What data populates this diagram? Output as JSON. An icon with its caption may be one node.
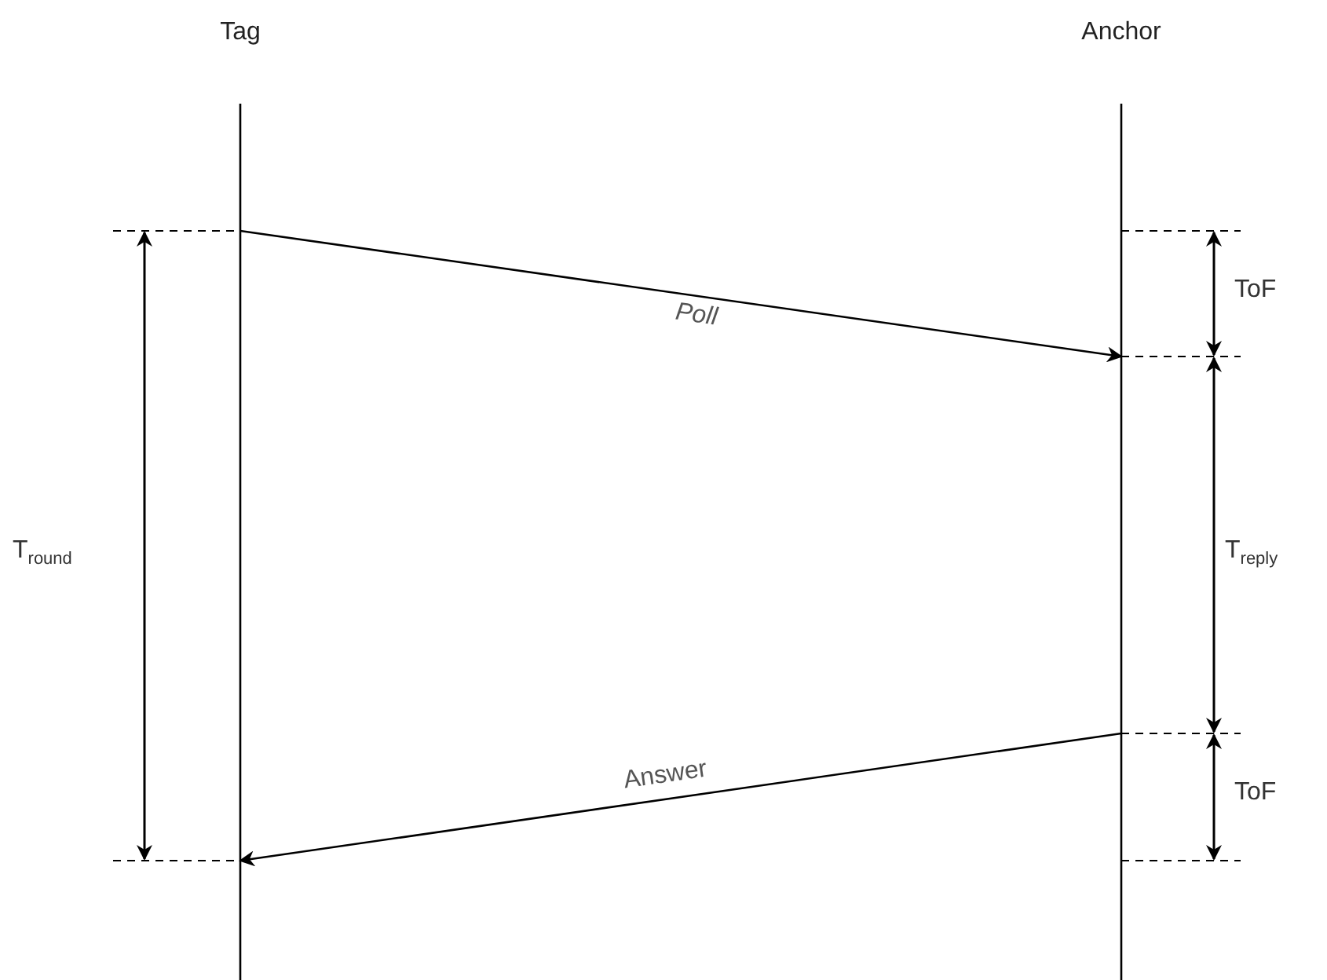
{
  "diagram": {
    "nodes": [
      {
        "text": [
          "Tag"
        ]
      },
      {
        "text": [
          "Anchor"
        ]
      }
    ],
    "edges": [
      {
        "from": 0,
        "to": 1,
        "arrow": "to",
        "label": "Poll"
      },
      {
        "from": 1,
        "to": 0,
        "arrow": "to",
        "label": "Answer"
      }
    ],
    "labels": [
      "ToF",
      "T$_{round}$",
      "T$_{reply}$",
      "ToF"
    ]
  }
}
